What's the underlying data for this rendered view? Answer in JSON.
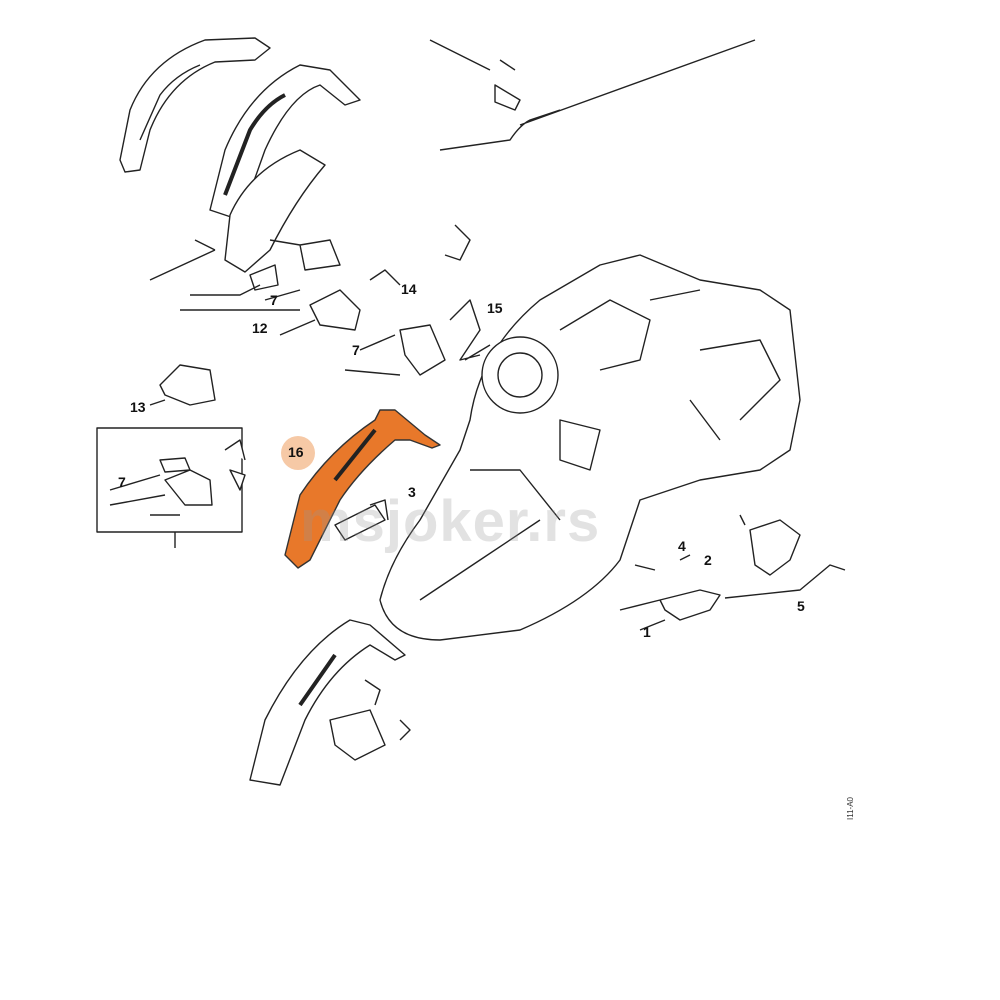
{
  "diagram": {
    "highlighted_part": "16",
    "highlight_color": "#e8782a",
    "labels": [
      "1",
      "2",
      "3",
      "4",
      "5",
      "7",
      "7",
      "7",
      "12",
      "13",
      "14",
      "15",
      "16"
    ],
    "watermark": "msjoker.rs",
    "drawing_code": "I11-A0"
  }
}
